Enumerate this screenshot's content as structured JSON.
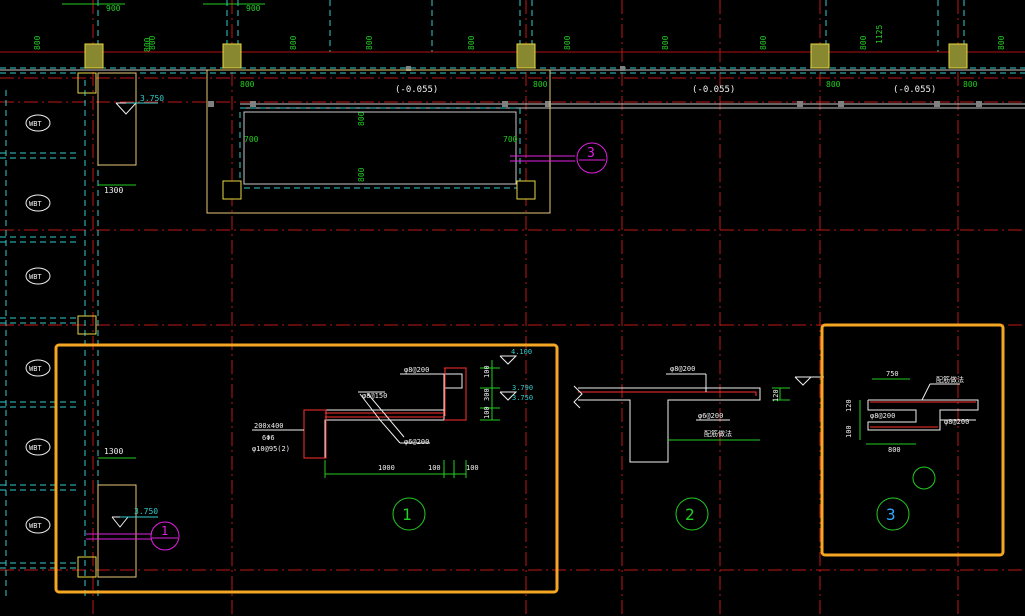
{
  "colors": {
    "background": "#000000",
    "grid_red": "#c01818",
    "cyan": "#33cccc",
    "green": "#22cc22",
    "yellow": "#e8d840",
    "wall": "#e8c878",
    "white": "#f0f0f0",
    "magenta": "#e020e0",
    "highlight": "#f5a623",
    "rebar": "#ff3030",
    "column_fill": "#888830",
    "node_gray": "#808080"
  },
  "top_dims": {
    "d900_a": "900",
    "d900_b": "900",
    "v800_1": "800",
    "v800_2": "800",
    "v800_3": "800",
    "v800_4": "800",
    "v800_5": "800",
    "v800_6": "800",
    "v800_7": "800",
    "v800_8": "800",
    "v800_9": "800",
    "v1125": "1125",
    "v800_10": "800",
    "v800_11": "800"
  },
  "elevations": {
    "e1": "(-0.055)",
    "e2": "(-0.055)",
    "e3": "(-0.055)"
  },
  "tower_dims": {
    "p800a": "800",
    "p800b": "800",
    "p800c": "800",
    "p800d": "800",
    "p800e": "800",
    "p700a": "700",
    "p700b": "700",
    "p800f": "800"
  },
  "left_column": {
    "labels": [
      "WBT",
      "WBT",
      "WBT",
      "WBT",
      "WBT",
      "WBT"
    ],
    "elev_top": "3.750",
    "dim_top": "1300",
    "dim_bottom": "1300",
    "elev_bottom": "3.750"
  },
  "detail1": {
    "bar_top": "φ8@200",
    "bar_mid": "φ8@150",
    "bar_bot": "φ6@200",
    "section": "200x400",
    "stirrup": "6Φ6",
    "main_bar": "φ10@95(2)",
    "dim_1000": "1000",
    "dim_100a": "100",
    "dim_100b": "100",
    "elev_a": "4.100",
    "elev_b": "3.790",
    "elev_c": "3.750",
    "v100a": "100",
    "v300": "300",
    "v100b": "100",
    "label": "1"
  },
  "detail2": {
    "bar_top": "φ8@200",
    "bar_bot": "φ6@200",
    "note": "配筋做法",
    "dim_120": "120",
    "label": "2"
  },
  "detail3": {
    "dim_750": "750",
    "note": "配筋做法",
    "bar_a": "φ8@200",
    "bar_b": "φ8@200",
    "v120": "120",
    "v100": "100",
    "dim_800": "800",
    "label": "3"
  },
  "callout3": "3"
}
